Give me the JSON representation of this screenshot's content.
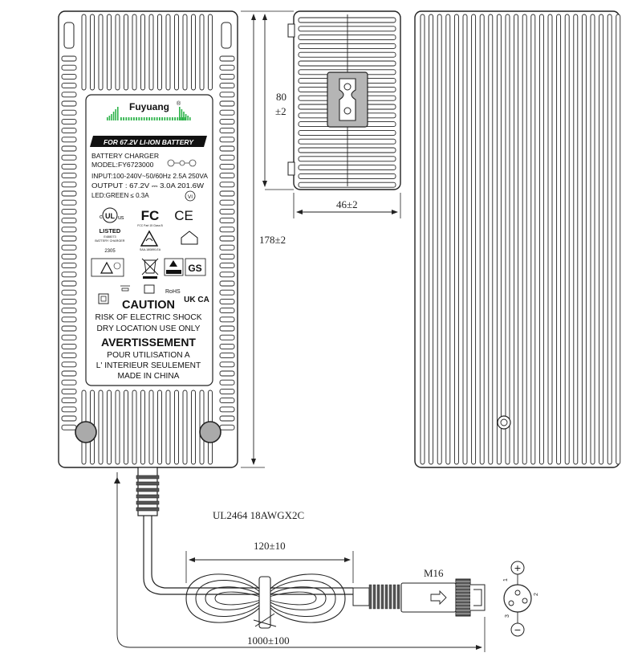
{
  "brand": {
    "name": "Fuyuang",
    "registered": "®"
  },
  "label": {
    "banner": "FOR 67.2V LI-ION BATTERY",
    "product": "BATTERY CHARGER",
    "model": "MODEL:FY6723000",
    "input": "INPUT:100-240V~50/60Hz 2.5A 250VA",
    "output": "OUTPUT : 67.2V ⎓ 3.0A 201.6W",
    "led": "LED:GREEN ≤ 0.3A",
    "efficiency": "VI",
    "ul_listed": "LISTED",
    "ul_small_1": "E488073",
    "ul_small_2": "BATTERY CHARGER",
    "ul_code": "2305",
    "fcc_small": "FCC Part 15 Class B",
    "rcm_small": "SAA-180890-EA",
    "rohs": "RoHS",
    "caution": "CAUTION",
    "warning_1": "RISK OF ELECTRIC SHOCK",
    "warning_2": "DRY LOCATION USE ONLY",
    "avert": "AVERTISSEMENT",
    "fr_1": "POUR UTILISATION A",
    "fr_2": "L' INTERIEUR SEULEMENT",
    "made": "MADE IN CHINA",
    "ukca": "UK CA",
    "ce": "CE",
    "fc": "FC",
    "gs": "GS"
  },
  "dimensions": {
    "height": "80",
    "height_tol": "±2",
    "width": "46±2",
    "length": "178±2",
    "cable_loop": "120±10",
    "cable_total": "1000±100"
  },
  "cable_spec": "UL2464 18AWGX2C",
  "connector": {
    "name": "M16",
    "pin_plus": "+",
    "pin_minus": "−",
    "pin1": "1",
    "pin2": "2",
    "pin3": "3"
  },
  "colors": {
    "line": "#222222",
    "fin": "#e6e6e6",
    "brand_green": "#2db34a",
    "banner_bg": "#111111"
  }
}
